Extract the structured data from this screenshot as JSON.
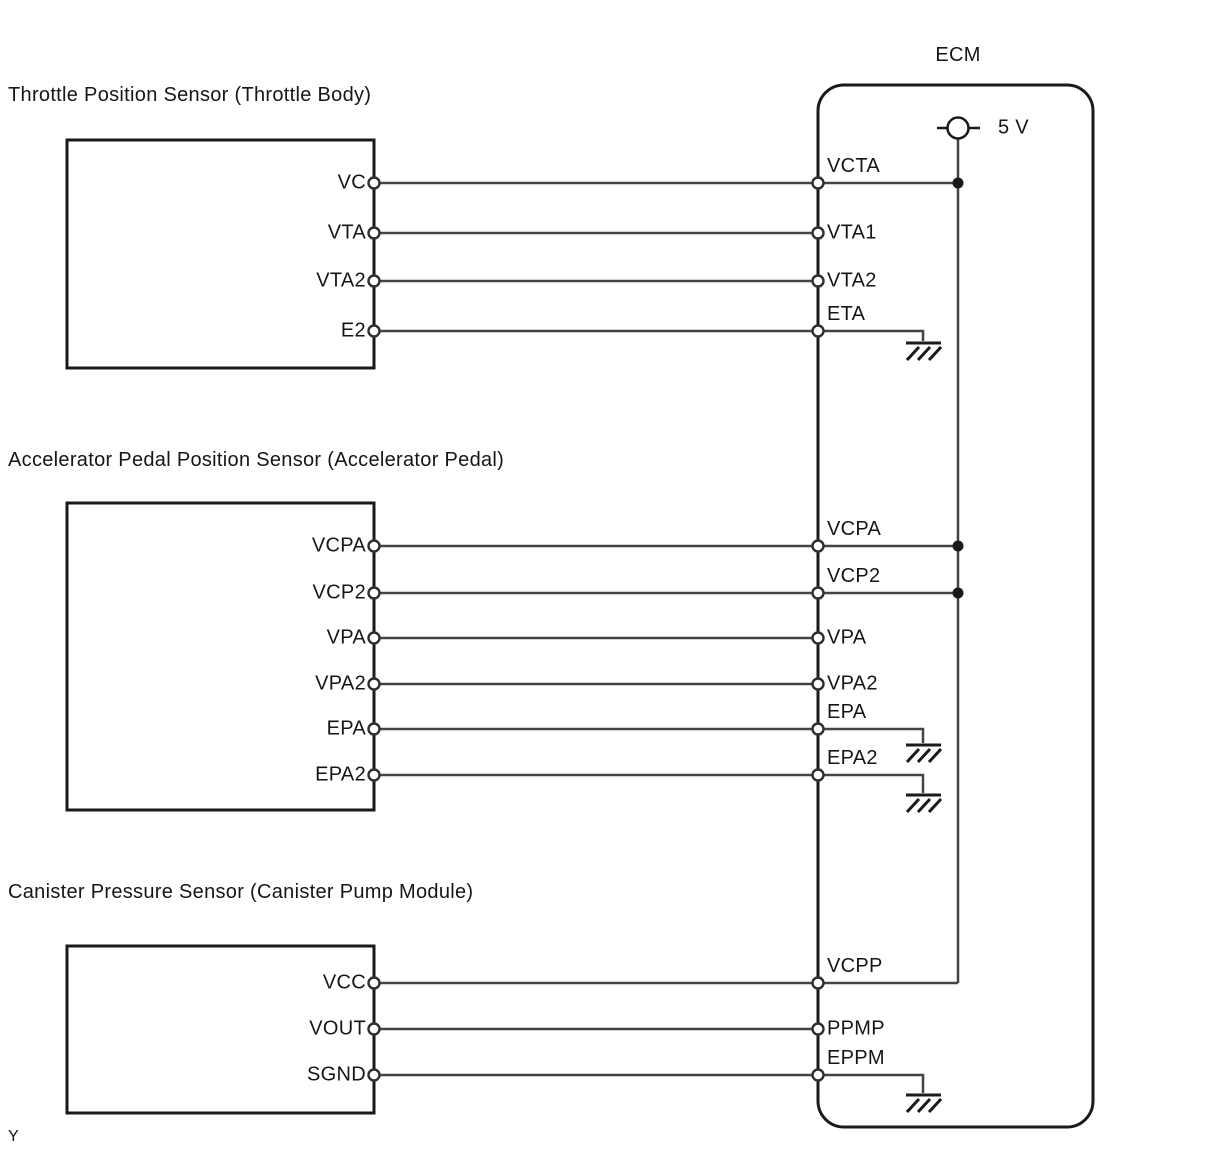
{
  "ecm": {
    "title": "ECM",
    "supply_label": "5 V",
    "pins": [
      "VCTA",
      "VTA1",
      "VTA2",
      "ETA",
      "VCPA",
      "VCP2",
      "VPA",
      "VPA2",
      "EPA",
      "EPA2",
      "VCPP",
      "PPMP",
      "EPPM"
    ]
  },
  "sensors": [
    {
      "label": "Throttle Position Sensor (Throttle Body)",
      "pins": [
        "VC",
        "VTA",
        "VTA2",
        "E2"
      ]
    },
    {
      "label": "Accelerator Pedal Position Sensor (Accelerator Pedal)",
      "pins": [
        "VCPA",
        "VCP2",
        "VPA",
        "VPA2",
        "EPA",
        "EPA2"
      ]
    },
    {
      "label": "Canister Pressure Sensor (Canister Pump Module)",
      "pins": [
        "VCC",
        "VOUT",
        "SGND"
      ]
    }
  ],
  "connections": [
    {
      "sensor_pin": "VC",
      "ecm_pin": "VCTA",
      "ecm_net": "5V rail"
    },
    {
      "sensor_pin": "VTA",
      "ecm_pin": "VTA1",
      "ecm_net": ""
    },
    {
      "sensor_pin": "VTA2",
      "ecm_pin": "VTA2",
      "ecm_net": ""
    },
    {
      "sensor_pin": "E2",
      "ecm_pin": "ETA",
      "ecm_net": "ground"
    },
    {
      "sensor_pin": "VCPA",
      "ecm_pin": "VCPA",
      "ecm_net": "5V rail"
    },
    {
      "sensor_pin": "VCP2",
      "ecm_pin": "VCP2",
      "ecm_net": "5V rail"
    },
    {
      "sensor_pin": "VPA",
      "ecm_pin": "VPA",
      "ecm_net": ""
    },
    {
      "sensor_pin": "VPA2",
      "ecm_pin": "VPA2",
      "ecm_net": ""
    },
    {
      "sensor_pin": "EPA",
      "ecm_pin": "EPA",
      "ecm_net": "ground"
    },
    {
      "sensor_pin": "EPA2",
      "ecm_pin": "EPA2",
      "ecm_net": "ground"
    },
    {
      "sensor_pin": "VCC",
      "ecm_pin": "VCPP",
      "ecm_net": "5V rail"
    },
    {
      "sensor_pin": "VOUT",
      "ecm_pin": "PPMP",
      "ecm_net": ""
    },
    {
      "sensor_pin": "SGND",
      "ecm_pin": "EPPM",
      "ecm_net": "ground"
    }
  ],
  "symbols": {
    "power_source_icon": "circle-with-horizontal-bar",
    "ground_icon": "chassis-ground-hatch",
    "pin_icon": "open-circle",
    "junction_icon": "filled-dot"
  },
  "colors": {
    "background": "#ffffff",
    "box_stroke": "#1a1a1a",
    "wire_stroke": "#434343",
    "text": "#161616"
  },
  "footnote": "Y"
}
